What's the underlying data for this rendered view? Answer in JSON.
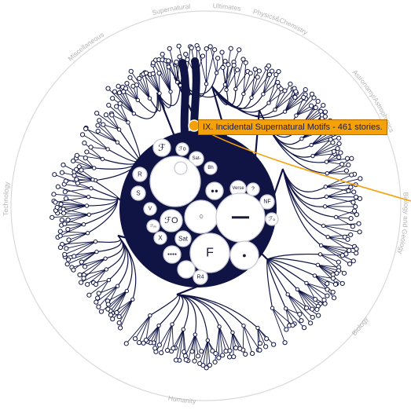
{
  "colors": {
    "navy": "#0f1445",
    "ring": "#d2d2d2",
    "highlight": "#f5a10a",
    "leaf_fill": "#ffffff",
    "label": "#b3b3b3"
  },
  "categories": [
    {
      "name": "Supernatural",
      "angle": -100,
      "radius": 252
    },
    {
      "name": "Ultimates",
      "angle": -84,
      "radius": 252
    },
    {
      "name": "Physics&Chemistry",
      "angle": -68,
      "radius": 252
    },
    {
      "name": "Astronomy/Astrophysics",
      "angle": -32,
      "radius": 252
    },
    {
      "name": "Biology and Geology",
      "angle": 5,
      "radius": 252
    },
    {
      "name": "Biology",
      "angle": 38,
      "radius": 252
    },
    {
      "name": "Humanity",
      "angle": 97,
      "radius": 252
    },
    {
      "name": "Technology",
      "angle": 182,
      "radius": 252
    },
    {
      "name": "Miscellaneous",
      "angle": -127,
      "radius": 252
    }
  ],
  "tooltip": {
    "text": "IX. Incidental Supernatural Motifs - 461 stories."
  },
  "bubbles": [
    {
      "label": "ℱ",
      "r": 11,
      "size": 12
    },
    {
      "label": "ℱo",
      "r": 8,
      "size": 7
    },
    {
      "label": "Sat-",
      "r": 9,
      "size": 6
    },
    {
      "label": "Bh",
      "r": 8,
      "size": 6
    },
    {
      "label": "",
      "r": 32,
      "size": 0
    },
    {
      "label": "R",
      "r": 9,
      "size": 8
    },
    {
      "label": "S",
      "r": 9,
      "size": 8
    },
    {
      "label": "V",
      "r": 8,
      "size": 7
    },
    {
      "label": "ℱₒₒ",
      "r": 8,
      "size": 5
    },
    {
      "label": "●●",
      "r": 11,
      "size": 8
    },
    {
      "label": "Verse",
      "r": 10,
      "size": 6
    },
    {
      "label": "?",
      "r": 8,
      "size": 7
    },
    {
      "label": "NF",
      "r": 9,
      "size": 7
    },
    {
      "label": "ℱO",
      "r": 14,
      "size": 11
    },
    {
      "label": "○",
      "r": 21,
      "size": 10
    },
    {
      "label": "━━",
      "r": 31,
      "size": 18
    },
    {
      "label": "ℱₒ",
      "r": 8,
      "size": 7
    },
    {
      "label": "X",
      "r": 8,
      "size": 8
    },
    {
      "label": "Sat",
      "r": 10,
      "size": 8
    },
    {
      "label": "●●●●",
      "r": 11,
      "size": 5
    },
    {
      "label": "F",
      "r": 25,
      "size": 16
    },
    {
      "label": "●",
      "r": 18,
      "size": 9
    },
    {
      "label": "",
      "r": 11,
      "size": 0
    },
    {
      "label": "R4",
      "r": 9,
      "size": 7
    },
    {
      "label": "",
      "r": 8,
      "size": 0
    }
  ]
}
